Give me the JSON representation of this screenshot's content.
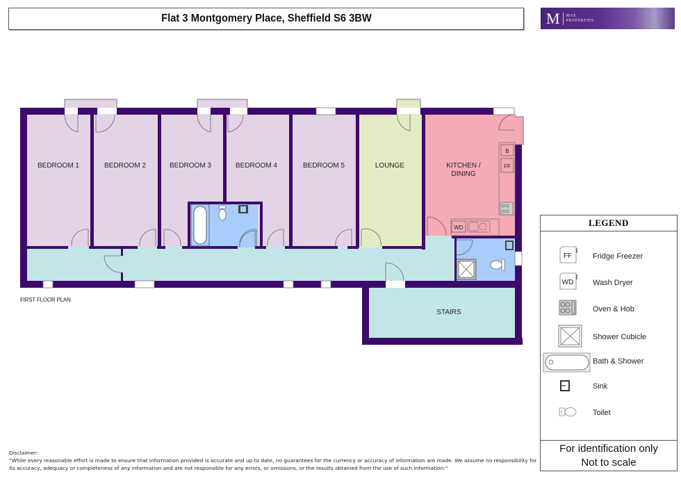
{
  "header": {
    "title": "Flat 3 Montgomery Place, Sheffield S6 3BW",
    "logo": {
      "initial": "M",
      "line1": "MAE",
      "line2": "PROPERTIES"
    }
  },
  "plan": {
    "floor_label": "FIRST FLOOR PLAN",
    "colors": {
      "wall": "#3d0a6b",
      "bedroom": "#e2d4e6",
      "lounge": "#e3ebc4",
      "kitchen": "#f6aab5",
      "hallway": "#c2e6e7",
      "bathroom": "#a9cdfa"
    },
    "rooms": [
      {
        "name": "BEDROOM 1",
        "type": "bedroom"
      },
      {
        "name": "BEDROOM 2",
        "type": "bedroom"
      },
      {
        "name": "BEDROOM 3",
        "type": "bedroom"
      },
      {
        "name": "BEDROOM 4",
        "type": "bedroom"
      },
      {
        "name": "BEDROOM 5",
        "type": "bedroom"
      },
      {
        "name": "LOUNGE",
        "type": "lounge"
      },
      {
        "name_line1": "KITCHEN /",
        "name_line2": "DINING",
        "type": "kitchen"
      },
      {
        "name": "STAIRS",
        "type": "hallway"
      }
    ],
    "fixtures": {
      "boiler": "B",
      "fridge_freezer": "FF",
      "wash_dryer": "WD"
    }
  },
  "legend": {
    "title": "LEGEND",
    "items": [
      {
        "icon": "fridge-freezer-icon",
        "symbol": "FF",
        "label": "Fridge Freezer"
      },
      {
        "icon": "wash-dryer-icon",
        "symbol": "WD",
        "label": "Wash Dryer"
      },
      {
        "icon": "oven-hob-icon",
        "label": "Oven & Hob"
      },
      {
        "icon": "shower-cubicle-icon",
        "label": "Shower Cubicle"
      },
      {
        "icon": "bath-shower-icon",
        "label": "Bath & Shower"
      },
      {
        "icon": "sink-icon",
        "label": "Sink"
      },
      {
        "icon": "toilet-icon",
        "label": "Toilet"
      }
    ],
    "footer_line1": "For identification only",
    "footer_line2": "Not to scale"
  },
  "disclaimer": {
    "heading": "Disclaimer:",
    "text": "“While every reasonable effort is made to ensure that information provided is accurate and up to date, no guarantees for the currency or accuracy of information are made. We assume no responsibility for its accuracy, adequacy or completeness of any information and are not responsible for any errors, or omissions, or the results obtained from the use of such information.”"
  }
}
